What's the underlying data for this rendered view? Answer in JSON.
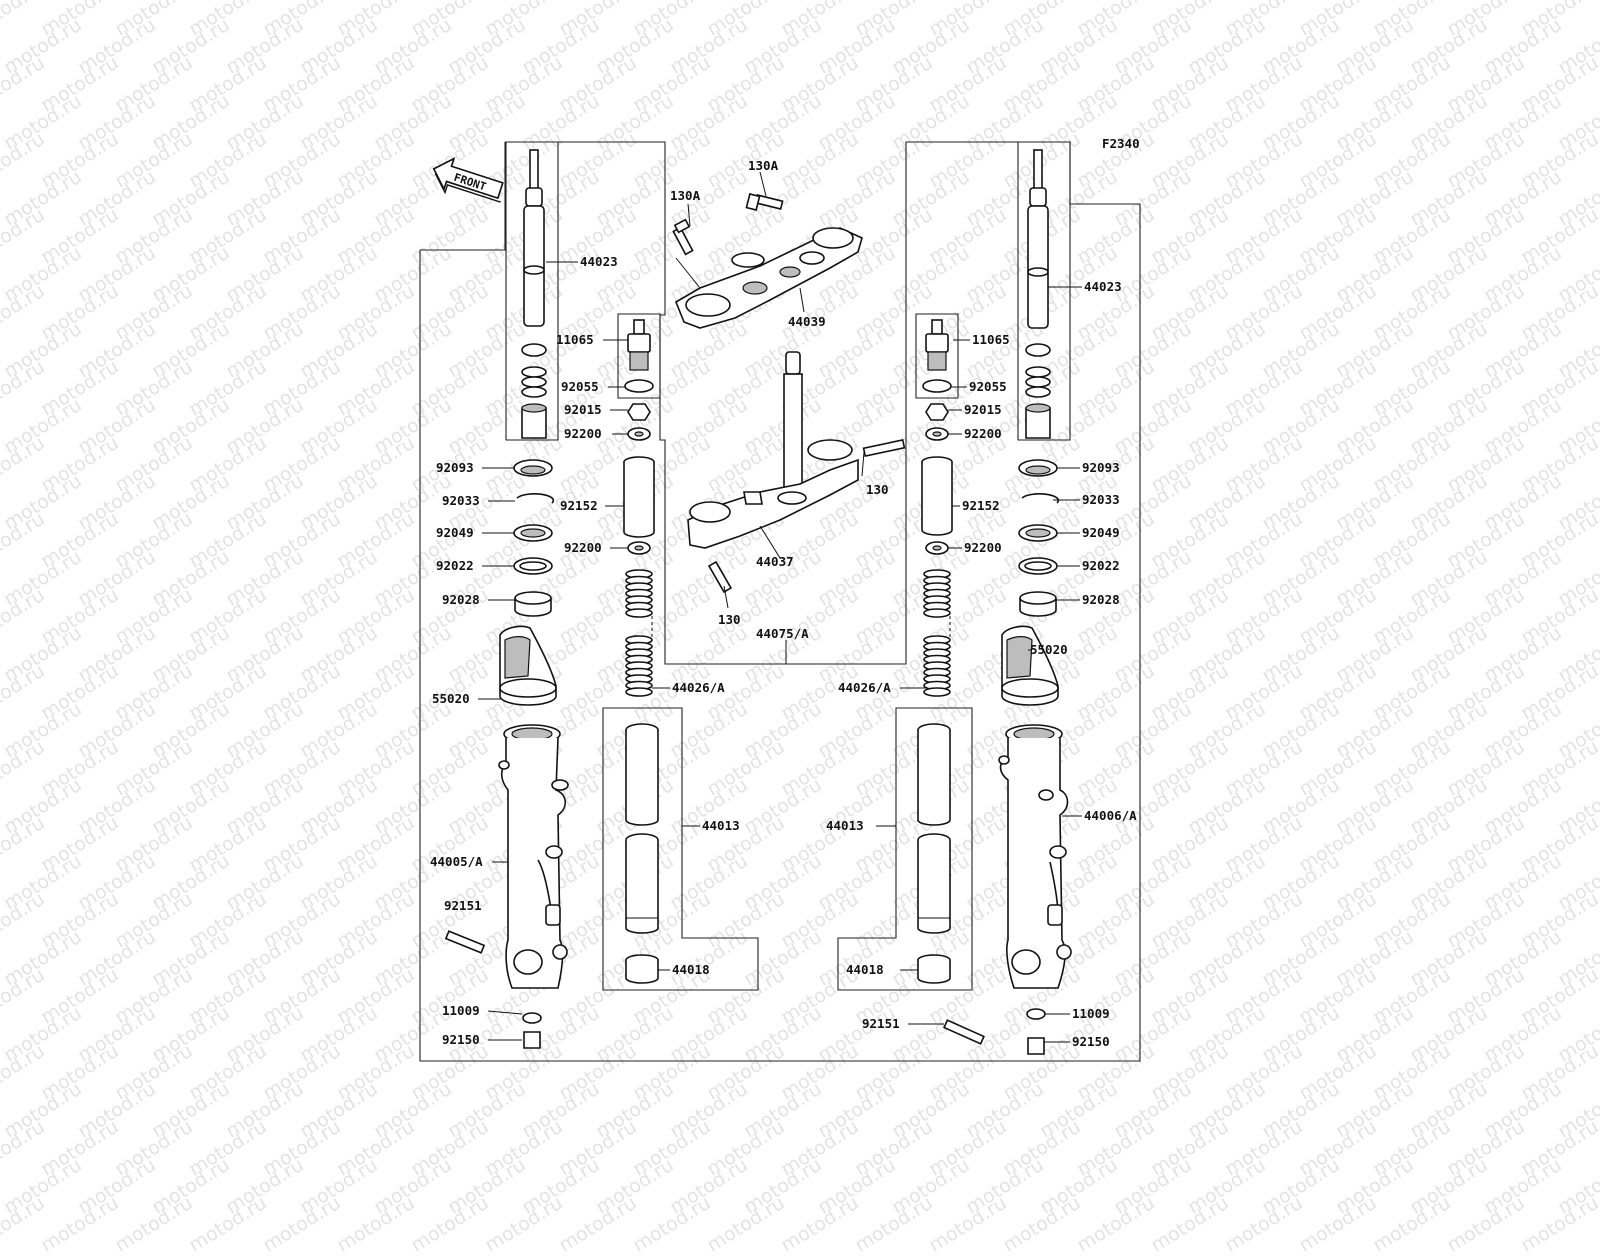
{
  "watermark": "motod.ru",
  "figure_code": "F2340",
  "front_label": "FRONT",
  "labels": {
    "p44023": "44023",
    "p11065": "11065",
    "p92055": "92055",
    "p92015": "92015",
    "p92200": "92200",
    "p92093": "92093",
    "p92033": "92033",
    "p92152": "92152",
    "p92049": "92049",
    "p92022": "92022",
    "p92028": "92028",
    "p55020": "55020",
    "p44026A": "44026/A",
    "p44013": "44013",
    "p44005A": "44005/A",
    "p44006A": "44006/A",
    "p92151": "92151",
    "p44018": "44018",
    "p11009": "11009",
    "p92150": "92150",
    "p130A": "130A",
    "p130": "130",
    "p44039": "44039",
    "p44037": "44037",
    "p44075A": "44075/A"
  }
}
